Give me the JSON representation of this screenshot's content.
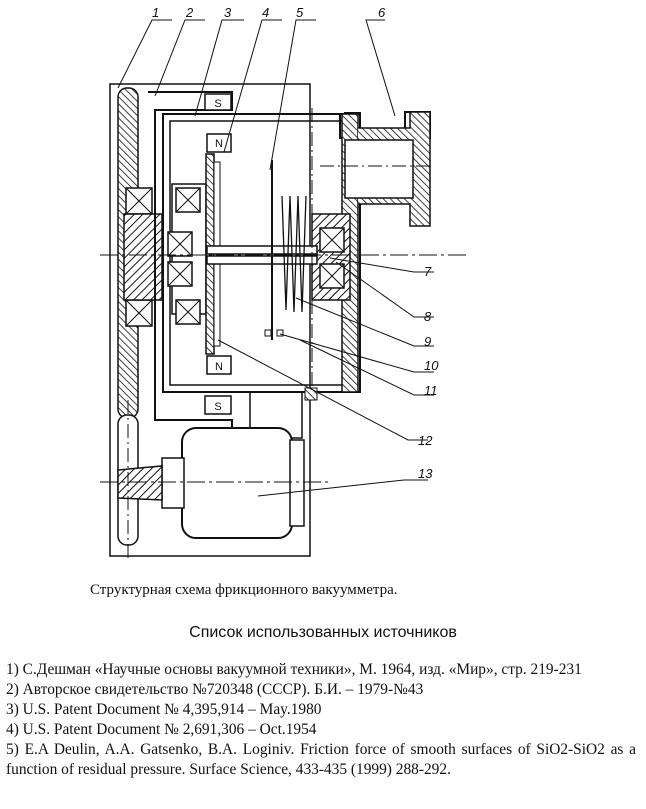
{
  "figure": {
    "labels": {
      "n1": "1",
      "n2": "2",
      "n3": "3",
      "n4": "4",
      "n5": "5",
      "n6": "6",
      "n7": "7",
      "n8": "8",
      "n9": "9",
      "n10": "10",
      "n11": "11",
      "n12": "12",
      "n13": "13",
      "s_top": "S",
      "n_top": "N",
      "n_bottom": "N",
      "s_bottom": "S"
    }
  },
  "caption": "Структурная схема фрикционного вакуумметра.",
  "references": {
    "title": "Список использованных источников",
    "items": [
      "1) С.Дешман «Научные основы вакуумной техники», М. 1964, изд. «Мир», стр. 219-231",
      "2) Авторское свидетельство №720348 (СССР). Б.И. – 1979-№43",
      "3) U.S. Patent Document № 4,395,914 – May.1980",
      "4) U.S. Patent Document № 2,691,306 – Oct.1954",
      "5) E.A Deulin, A.A. Gatsenko, B.A. Loginiv. Friction force of smooth surfaces of SiO2-SiO2 as a function of residual pressure. Surface Science, 433-435 (1999) 288-292."
    ]
  }
}
